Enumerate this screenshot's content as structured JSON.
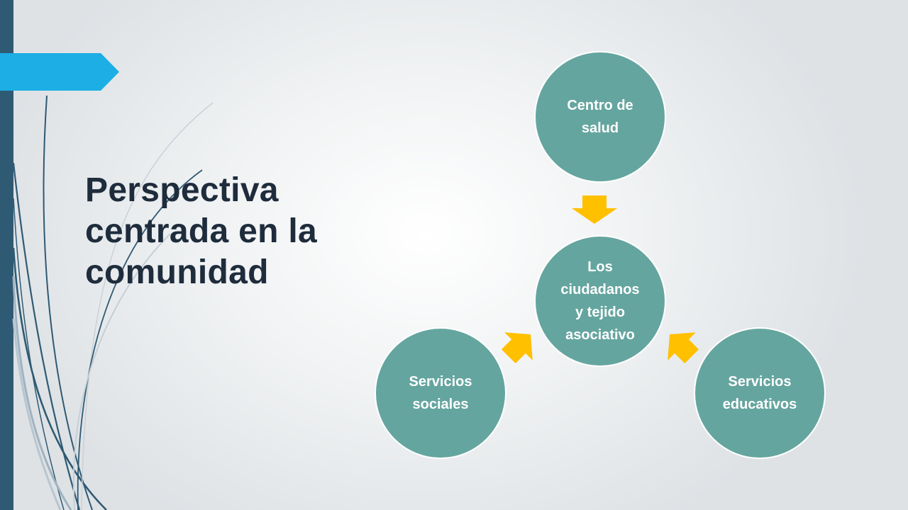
{
  "slide": {
    "title_lines": [
      "Perspectiva",
      "centrada en la",
      "comunidad"
    ]
  },
  "diagram": {
    "center": {
      "label_lines": [
        "Los",
        "ciudadanos",
        "y tejido",
        "asociativo"
      ]
    },
    "nodes": [
      {
        "id": "centro-de-salud",
        "label_lines": [
          "Centro de",
          "salud"
        ]
      },
      {
        "id": "servicios-sociales",
        "label_lines": [
          "Servicios",
          "sociales"
        ]
      },
      {
        "id": "servicios-educativos",
        "label_lines": [
          "Servicios",
          "educativos"
        ]
      }
    ]
  },
  "colors": {
    "node_fill": "#65a59f",
    "arrow": "#ffc000",
    "left_bar": "#2f5a73",
    "accent_tab": "#1caee5",
    "title_text": "#1e2c3c"
  }
}
